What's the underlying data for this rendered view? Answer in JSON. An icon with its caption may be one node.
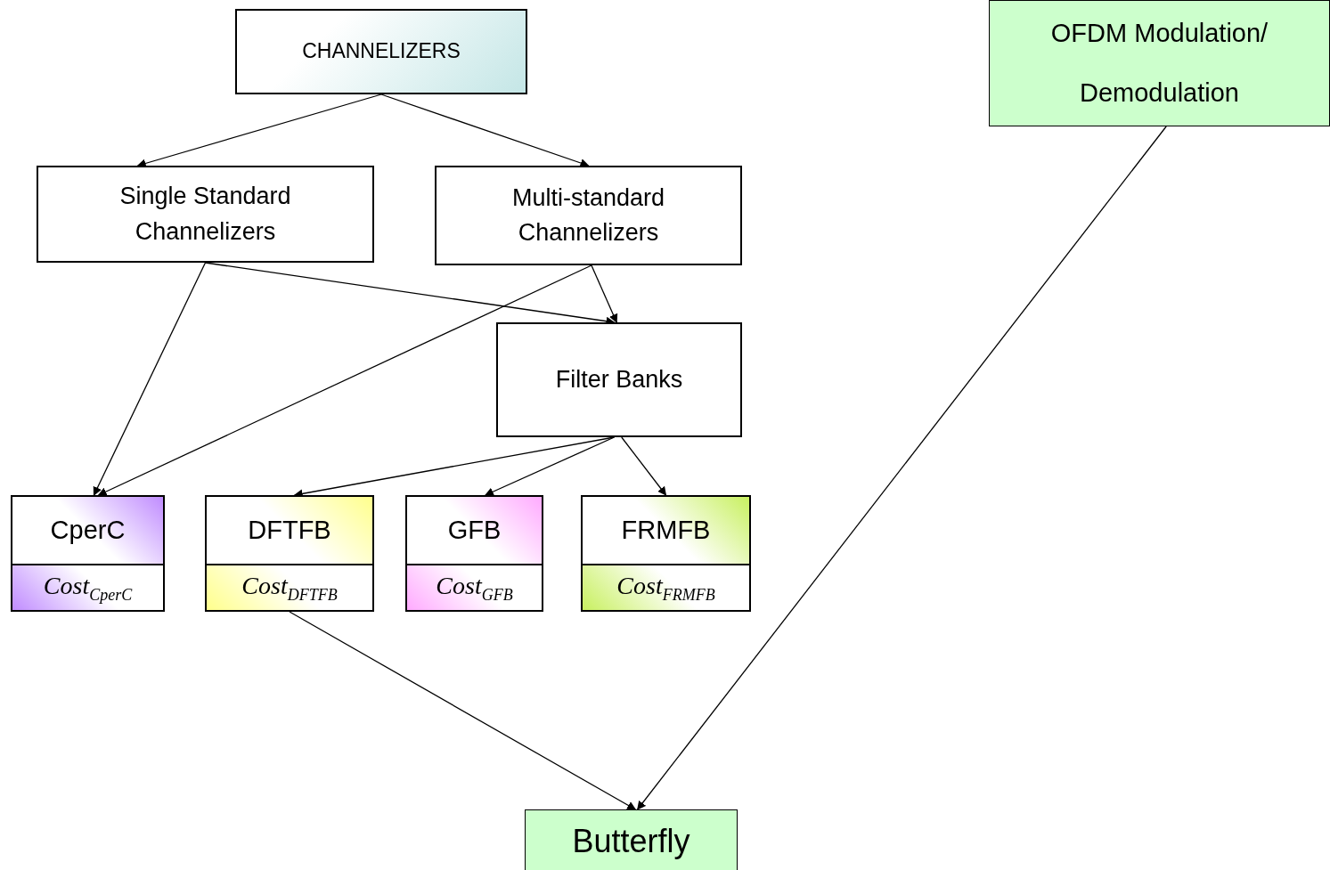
{
  "diagram": {
    "nodes": [
      {
        "text": [
          "CHANNELIZERS"
        ]
      },
      {
        "text": [
          "OFDM Modulation/ Demodulation"
        ]
      },
      {
        "text": [
          "Single Standard Channelizers"
        ]
      },
      {
        "text": [
          "Multi-standard Channelizers"
        ]
      },
      {
        "text": [
          "Filter Banks"
        ]
      },
      {
        "text": [
          "CperC",
          "Cost$_{CperC}$"
        ]
      },
      {
        "text": [
          "DFTFB",
          "Cost$_{DFTFB}$"
        ]
      },
      {
        "text": [
          "GFB",
          "Cost$_{GFB}$"
        ]
      },
      {
        "text": [
          "FRMFB",
          "Cost$_{FRMFB}$"
        ]
      },
      {
        "text": [
          "Butterfly"
        ]
      }
    ],
    "edges": [
      {
        "from": 0,
        "to": 2,
        "arrow": "to"
      },
      {
        "from": 0,
        "to": 3,
        "arrow": "to"
      },
      {
        "from": 2,
        "to": 5,
        "arrow": "to"
      },
      {
        "from": 2,
        "to": 4,
        "arrow": "to"
      },
      {
        "from": 3,
        "to": 5,
        "arrow": "to"
      },
      {
        "from": 3,
        "to": 4,
        "arrow": "to"
      },
      {
        "from": 4,
        "to": 6,
        "arrow": "to"
      },
      {
        "from": 4,
        "to": 7,
        "arrow": "to"
      },
      {
        "from": 4,
        "to": 8,
        "arrow": "to"
      },
      {
        "from": 6,
        "to": 9,
        "arrow": "to"
      },
      {
        "from": 1,
        "to": 9,
        "arrow": "to"
      }
    ]
  }
}
